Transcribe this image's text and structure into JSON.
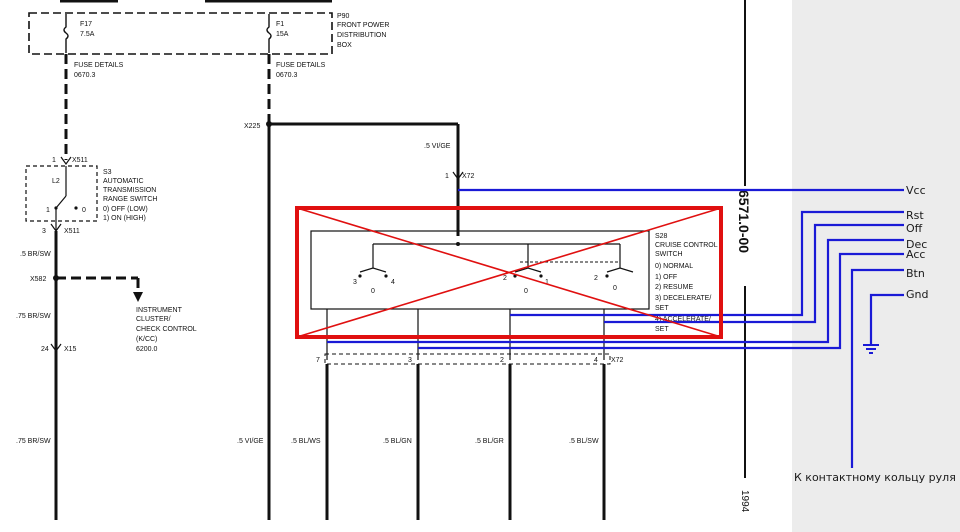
{
  "fuse_box": {
    "fuse_f17": {
      "id": "F17",
      "rating": "7.5A"
    },
    "fuse_f1": {
      "id": "F1",
      "rating": "15A"
    },
    "box_title": [
      "P90",
      "FRONT POWER",
      "DISTRIBUTION",
      "BOX"
    ],
    "fuse_details_label": "FUSE DETAILS",
    "fuse_details_ref": "0670.3"
  },
  "left_branch": {
    "pin1": "1",
    "x511_top": "X511",
    "s3_lines": [
      "S3",
      "AUTOMATIC",
      "TRANSMISSION",
      "RANGE SWITCH",
      "0)   OFF (LOW)",
      "1)   ON (HIGH)"
    ],
    "l2": "L2",
    "contact_1": "1",
    "contact_0": "0",
    "pin3": "3",
    "x511_bottom": "X511",
    "wire_br_sw_1": ".5 BR/SW",
    "x582": "X582",
    "instrument_lines": [
      "INSTRUMENT",
      "CLUSTER/",
      "CHECK CONTROL",
      "(K/CC)",
      "6200.0"
    ],
    "wire_br_sw_2": ".75 BR/SW",
    "pin24": "24",
    "x15": "X15",
    "wire_br_sw_3": ".75 BR/SW"
  },
  "right_branch": {
    "x225": "X225",
    "wire_vi_ge": ".5 VI/GE",
    "pin1": "1",
    "x72_top": "X72",
    "s28_lines": [
      "S28",
      "CRUISE CONTROL",
      "SWITCH",
      "0)   NORMAL",
      "1)   OFF",
      "2)   RESUME",
      "3)   DECELERATE/",
      "      SET",
      "4)   ACCELERATE/",
      "      SET"
    ],
    "contacts": [
      "3",
      "0",
      "4",
      "2",
      "0",
      "1",
      "2",
      "0"
    ],
    "pins_bottom": [
      "7",
      "3",
      "2",
      "4"
    ],
    "x72_bottom": "X72",
    "bottom_wires": [
      ".5 VI/GE",
      ".5 BL/WS",
      ".5 BL/GN",
      ".5 BL/GR",
      ".5 BL/SW"
    ]
  },
  "page_ref": "6571.0-00",
  "year": "1994",
  "annotations": {
    "signals": [
      "Vcc",
      "Rst",
      "Off",
      "Dec",
      "Acc",
      "Btn",
      "Gnd"
    ],
    "steering_note": "К контактному кольцу руля"
  },
  "colors": {
    "wire": "#111111",
    "annotation_wire": "#1a1ad6",
    "cross": "#e01010",
    "side_panel": "#ececec"
  }
}
